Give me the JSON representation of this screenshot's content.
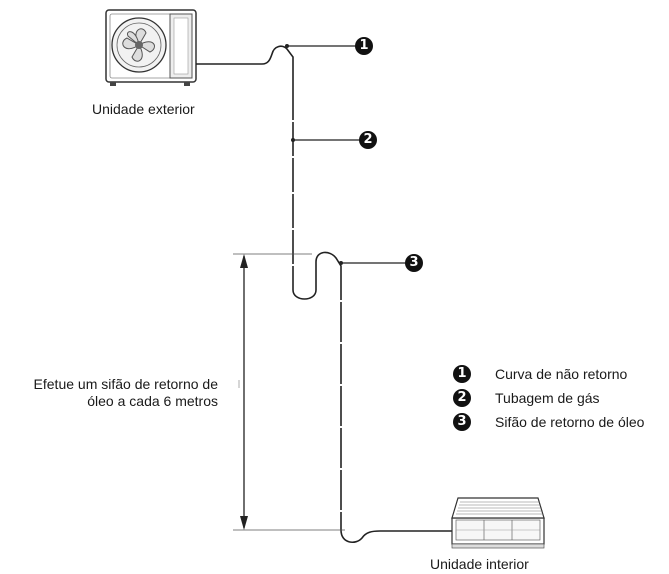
{
  "outdoor_unit_label": "Unidade exterior",
  "indoor_unit_label": "Unidade interior",
  "height_note": {
    "line1": "Efetue um sifão de retorno de",
    "line2": "óleo a cada 6 metros"
  },
  "legend": [
    {
      "number": "1",
      "text": "Curva de não retorno"
    },
    {
      "number": "2",
      "text": "Tubagem de gás"
    },
    {
      "number": "3",
      "text": "Sifão de retorno de óleo"
    }
  ]
}
